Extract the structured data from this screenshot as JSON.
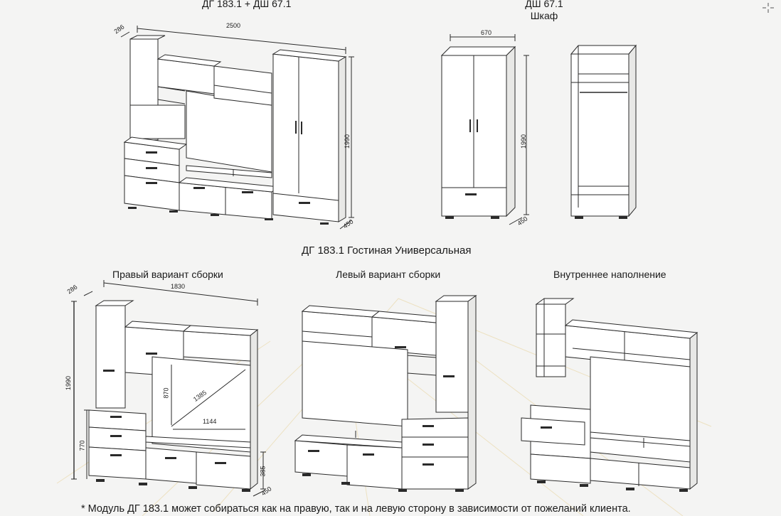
{
  "top_left": {
    "title": "ДГ 183.1 + ДШ 67.1",
    "width": "2500",
    "depth": "286",
    "height": "1990",
    "base_depth": "450"
  },
  "top_right": {
    "title": "ДШ 67.1",
    "subtitle": "Шкаф",
    "width": "670",
    "height": "1990",
    "base_depth": "450"
  },
  "middle_title": "ДГ 183.1 Гостиная Универсальная",
  "variants": {
    "right": "Правый вариант сборки",
    "left": "Левый вариант сборки",
    "inner": "Внутреннее наполнение"
  },
  "right_dims": {
    "width": "1830",
    "depth": "286",
    "height": "1990",
    "low_height": "770",
    "niche_height": "870",
    "diagonal": "1385",
    "niche_width": "1144",
    "base_height": "385",
    "base_depth": "450"
  },
  "footnote": "* Модуль  ДГ 183.1 может собираться как на правую, так и на левую сторону в зависимости от пожеланий клиента.",
  "colors": {
    "background": "#f4f4f3",
    "lines": "#2a2a2a",
    "accent": "#e2b24a"
  }
}
